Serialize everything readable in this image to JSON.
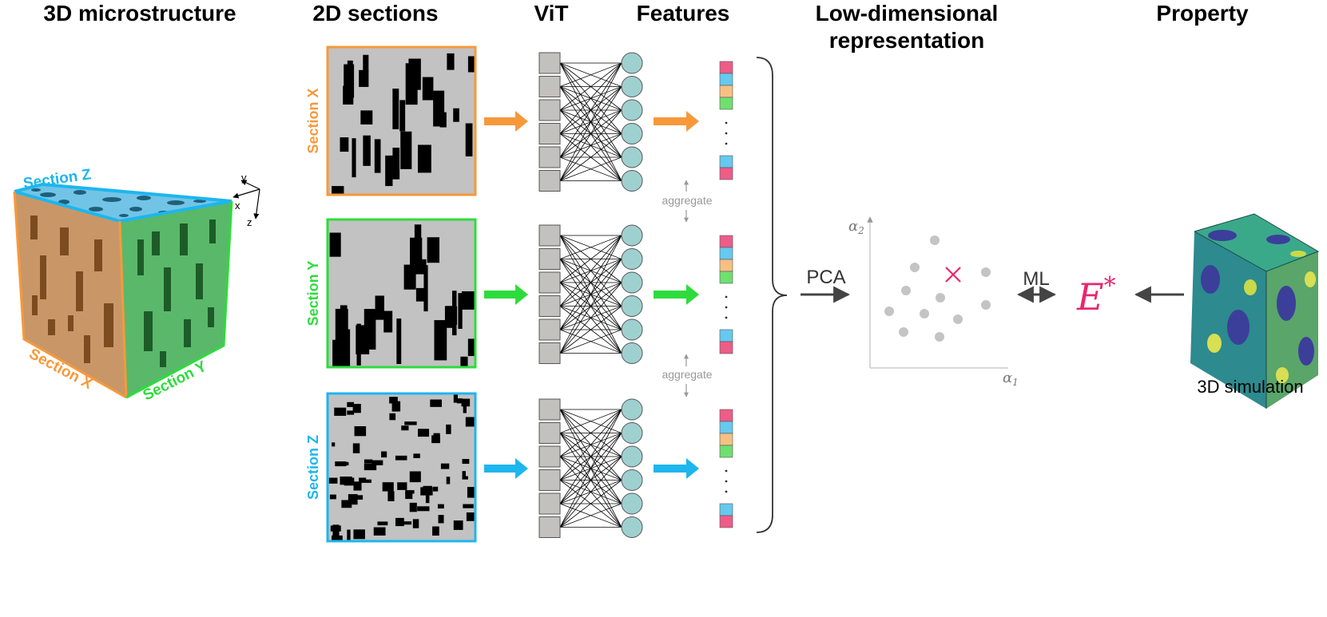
{
  "headers": {
    "microstructure": "3D microstructure",
    "sections": "2D sections",
    "vit": "ViT",
    "features": "Features",
    "lowdim_line1": "Low-dimensional",
    "lowdim_line2": "representation",
    "property": "Property"
  },
  "cube": {
    "face_z": "Section Z",
    "face_x": "Section X",
    "face_y": "Section Y",
    "axes": {
      "x": "x",
      "y": "y",
      "z": "z"
    }
  },
  "sections": [
    {
      "label": "Section X",
      "color": "#f7993b"
    },
    {
      "label": "Section Y",
      "color": "#2ddc3c"
    },
    {
      "label": "Section Z",
      "color": "#1db6ee"
    }
  ],
  "feature_colors": [
    "#ee5c88",
    "#66c9f0",
    "#f7c083",
    "#6fe070"
  ],
  "aggregate_label": "aggregate",
  "pca_label": "PCA",
  "ml_label": "ML",
  "scatter": {
    "x_axis_label": "α1",
    "y_axis_label": "α2",
    "point_color": "#c4c4c4",
    "marker_color": "#e8266f"
  },
  "property": {
    "symbol": "E",
    "superscript": "*",
    "color": "#e8266f"
  },
  "simulation_label": "3D simulation",
  "colors": {
    "cube_top": "#72c4e6",
    "cube_left": "#c99767",
    "cube_right": "#5ab86a",
    "vit_square": "#c3c1bd",
    "vit_circle": "#9fd0d0",
    "arrow_dark": "#444444",
    "gray": "#999999"
  }
}
